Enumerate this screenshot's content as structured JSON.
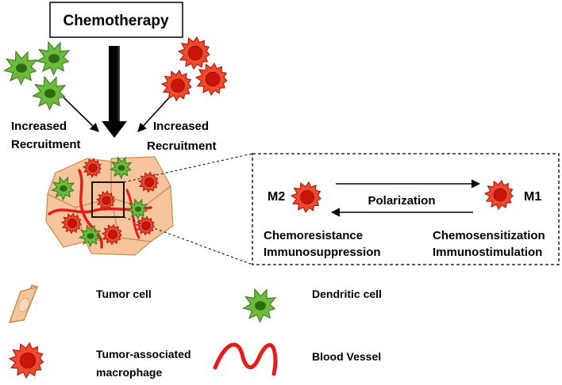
{
  "title": "Chemotherapy",
  "recruitment": {
    "left_line1": "Increased",
    "left_line2": "Recruitment",
    "right_line1": "Increased",
    "right_line2": "Recruitment"
  },
  "inset": {
    "m2": "M2",
    "m1": "M1",
    "polarization": "Polarization",
    "m2_line1": "Chemoresistance",
    "m2_line2": "Immunosuppression",
    "m1_line1": "Chemosensitization",
    "m1_line2": "Immunostimulation"
  },
  "legend": {
    "tumor_cell": "Tumor cell",
    "dendritic_cell": "Dendritic cell",
    "tam_line1": "Tumor-associated",
    "tam_line2": "macrophage",
    "blood_vessel": "Blood Vessel"
  },
  "colors": {
    "dendritic_fill": "#6dbb3c",
    "dendritic_stroke": "#3f7f1f",
    "dendritic_nucleus": "#2e6a14",
    "macrophage_fill": "#ee4a2e",
    "macrophage_stroke": "#b01d10",
    "macrophage_nucleus": "#c8140a",
    "tumor_fill": "#f6c59c",
    "tumor_stroke": "#c98a52",
    "vessel": "#e51c1c"
  }
}
